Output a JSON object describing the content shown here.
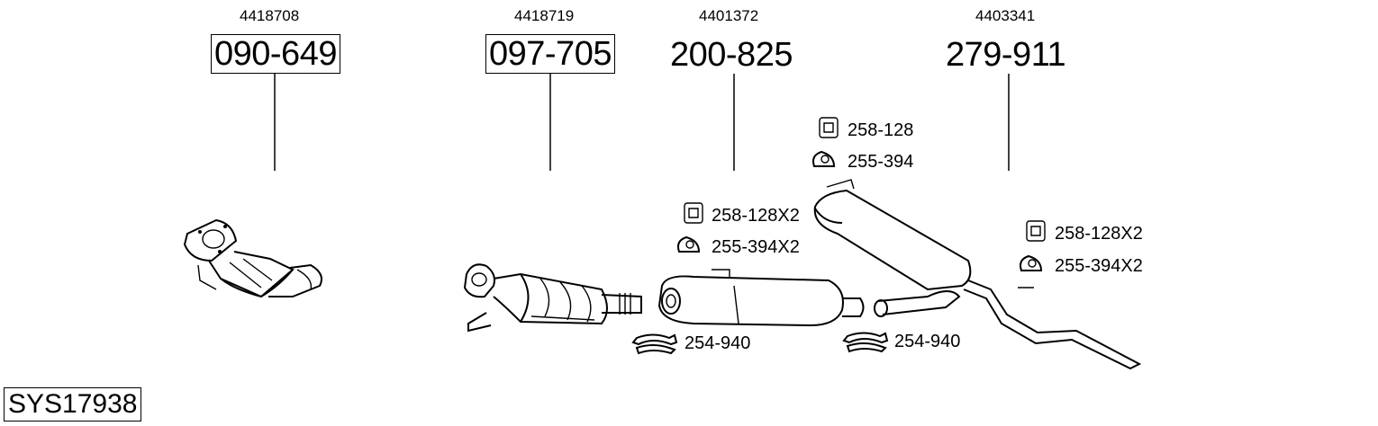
{
  "diagram": {
    "code": "SYS17938",
    "parts": [
      {
        "oe": "4418708",
        "number": "090-649",
        "boxed": true
      },
      {
        "oe": "4418719",
        "number": "097-705",
        "boxed": true
      },
      {
        "oe": "4401372",
        "number": "200-825",
        "boxed": false
      },
      {
        "oe": "4403341",
        "number": "279-911",
        "boxed": false
      }
    ],
    "fittings": [
      {
        "number": "258-128",
        "icon": "rubber-hanger-icon"
      },
      {
        "number": "255-394",
        "icon": "rubber-ring-icon"
      },
      {
        "number": "258-128X2",
        "icon": "rubber-hanger-icon"
      },
      {
        "number": "255-394X2",
        "icon": "rubber-ring-icon"
      },
      {
        "number": "258-128X2",
        "icon": "rubber-hanger-icon"
      },
      {
        "number": "255-394X2",
        "icon": "rubber-ring-icon"
      },
      {
        "number": "254-940",
        "icon": "clamp-icon"
      },
      {
        "number": "254-940",
        "icon": "clamp-icon"
      }
    ]
  }
}
